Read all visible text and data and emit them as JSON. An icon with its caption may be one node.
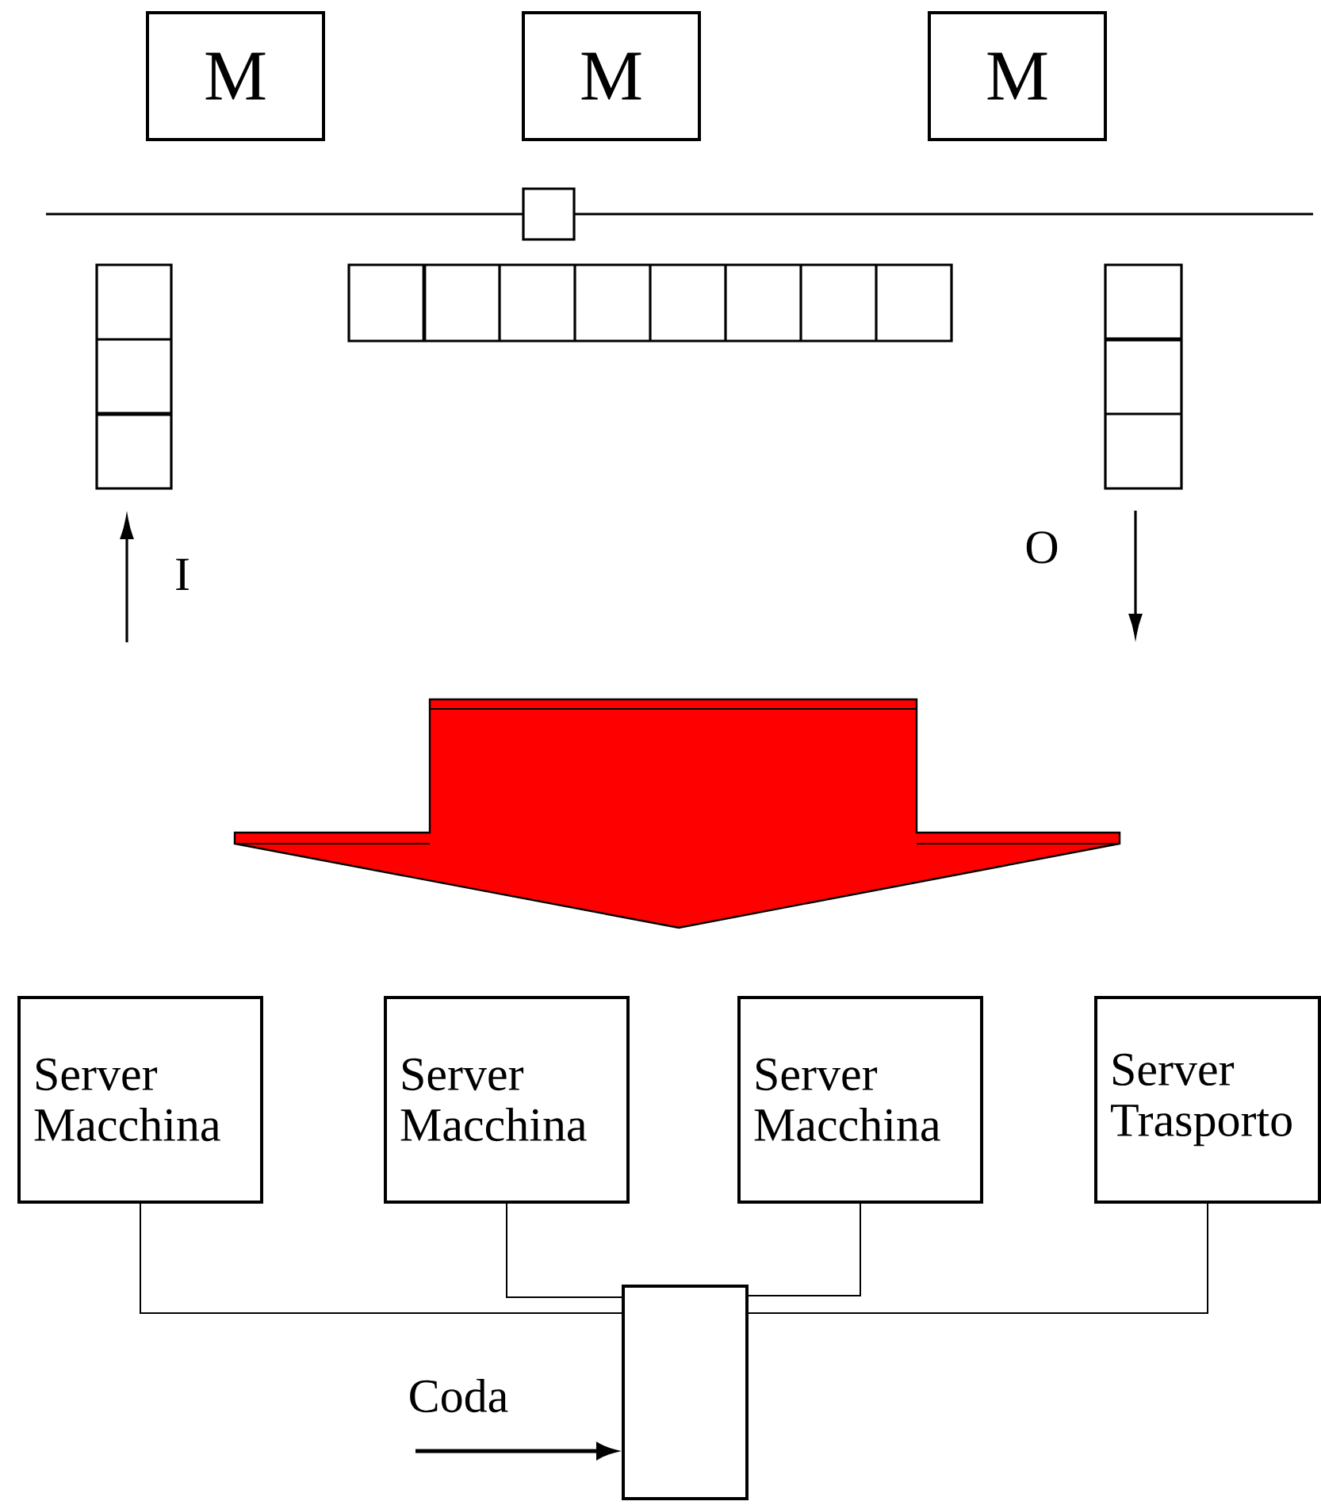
{
  "diagram": {
    "nodes": [
      {
        "text": [
          "M"
        ]
      },
      {
        "text": [
          "M"
        ]
      },
      {
        "text": [
          "M"
        ]
      },
      {
        "text": [
          "Server Macchina"
        ]
      },
      {
        "text": [
          "Server Macchina"
        ]
      },
      {
        "text": [
          "Server Macchina"
        ]
      },
      {
        "text": [
          "Server Trasporto"
        ]
      },
      {
        "text": [],
        "shape": "box"
      }
    ],
    "edges": [
      {
        "from": 3,
        "to": 7,
        "arrow": "none"
      },
      {
        "from": 4,
        "to": 7,
        "arrow": "none"
      },
      {
        "from": 5,
        "to": 7,
        "arrow": "none"
      },
      {
        "from": 6,
        "to": 7,
        "arrow": "none"
      },
      {
        "from": null,
        "to": 7,
        "arrow": "to",
        "label": "Coda",
        "style": "thick"
      }
    ],
    "labels": [
      "I",
      "O"
    ]
  }
}
